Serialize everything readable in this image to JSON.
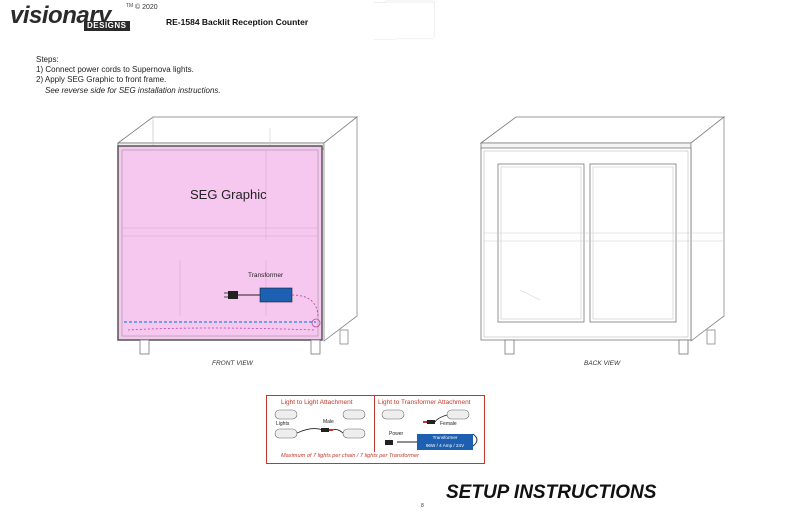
{
  "header": {
    "logo_main": "visionary",
    "logo_sub": "DESIGNS",
    "logo_tm": "TM",
    "copyright": "© 2020",
    "doc_title": "RE-1584  Backlit Reception Counter"
  },
  "steps": {
    "heading": "Steps:",
    "step1": "1) Connect power cords to Supernova lights.",
    "step2": "2) Apply SEG Graphic to front frame.",
    "note": "See reverse side for SEG installation instructions."
  },
  "front": {
    "seg_label": "SEG Graphic",
    "transformer_label": "Transformer",
    "view_label": "FRONT VIEW"
  },
  "back": {
    "view_label": "BACK VIEW"
  },
  "legend": {
    "light_to_light": "Light to Light Attachment",
    "light_to_transformer": "Light to Transformer Attachment",
    "lights": "Lights",
    "male": "Male",
    "female": "Female",
    "power": "Power",
    "transformer": "Transformer",
    "transformer_spec": "96W / 4 Amp / 24V",
    "max_note": "Maximum of 7 lights per chain / 7 lights per Transformer"
  },
  "footer": {
    "setup": "SETUP INSTRUCTIONS",
    "page": "8"
  },
  "colors": {
    "graphic": "#f6c8ef",
    "accent": "#c0392b",
    "transformer": "#1d5fb0"
  }
}
